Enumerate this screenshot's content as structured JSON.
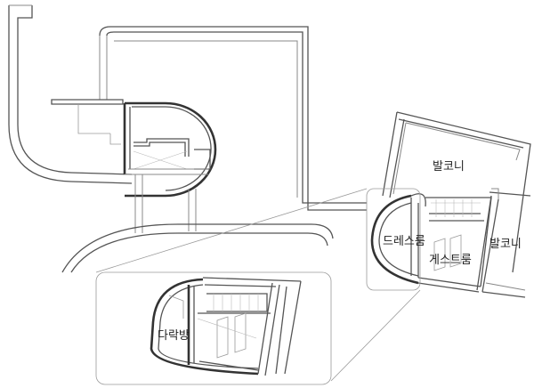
{
  "labels": {
    "balcony_upper": "발코니",
    "dress_room": "드레스룸",
    "guest_room": "게스트룸",
    "balcony_right": "발코니",
    "attic_room": "다락방"
  }
}
